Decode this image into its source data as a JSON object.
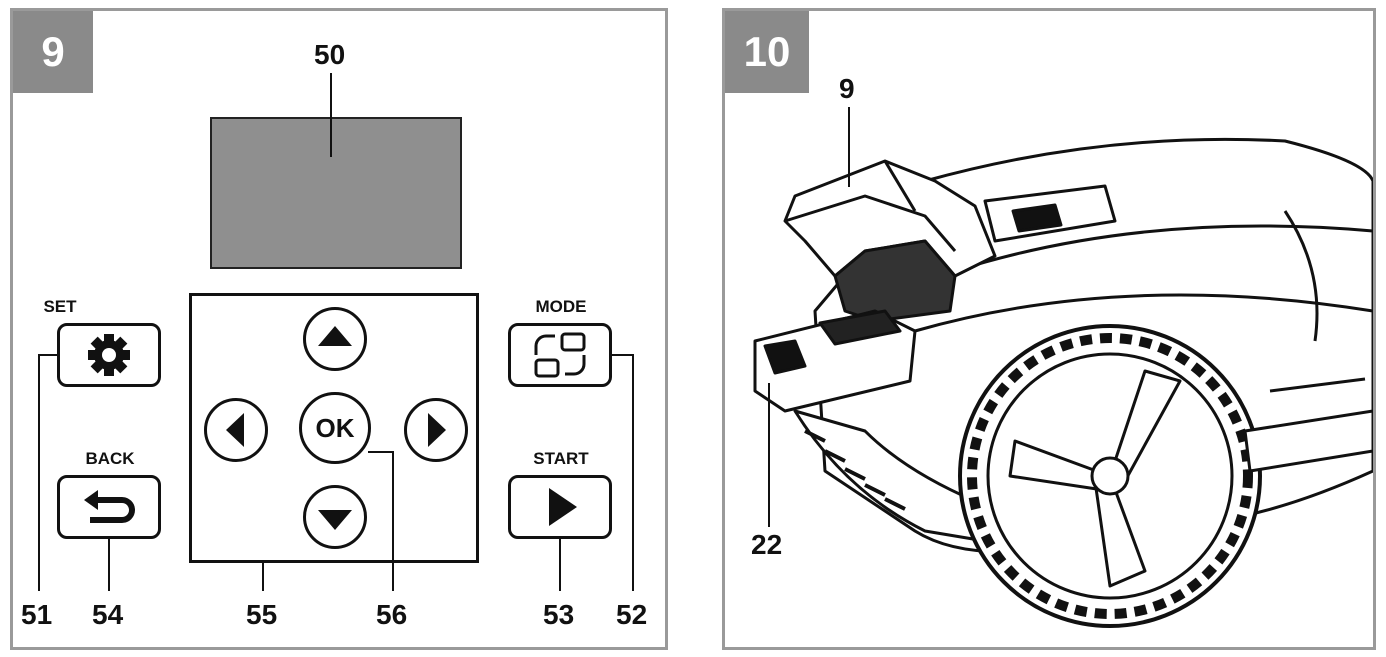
{
  "figure9": {
    "number": "9",
    "callouts": {
      "display": "50",
      "set": "51",
      "mode": "52",
      "start": "53",
      "back": "54",
      "pad": "55",
      "ok": "56"
    },
    "buttons": {
      "set_label": "SET",
      "mode_label": "MODE",
      "back_label": "BACK",
      "start_label": "START",
      "ok_label": "OK"
    },
    "icons": {
      "set": "gear-icon",
      "mode": "mode-icon",
      "back": "return-arrow-icon",
      "start": "play-icon",
      "up": "arrow-up-icon",
      "down": "arrow-down-icon",
      "left": "arrow-left-icon",
      "right": "arrow-right-icon"
    }
  },
  "figure10": {
    "number": "10",
    "callouts": {
      "cover": "9",
      "battery": "22"
    }
  }
}
